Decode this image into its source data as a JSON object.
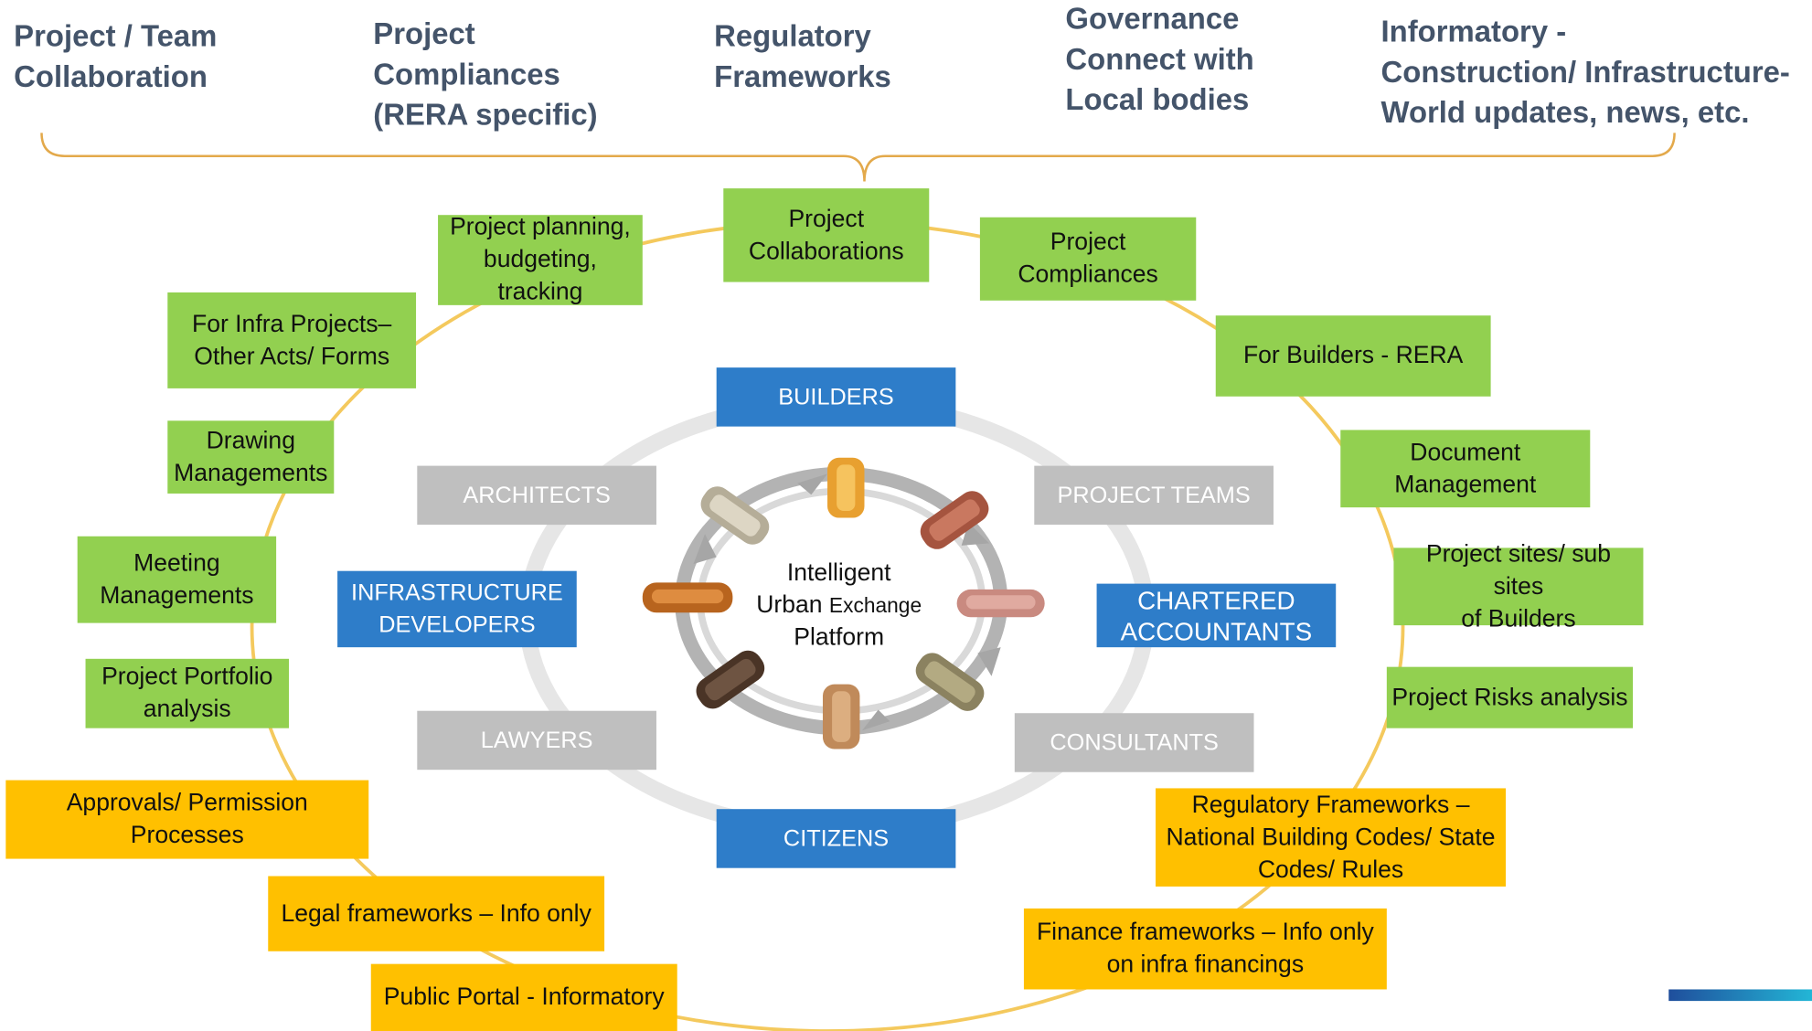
{
  "header": {
    "items": [
      {
        "line1": "Project / Team",
        "line2": "Collaboration"
      },
      {
        "line1": "Project",
        "line2": "Compliances",
        "line3": "(RERA specific)"
      },
      {
        "line1": "Regulatory",
        "line2": "Frameworks"
      },
      {
        "line1": "Governance",
        "line2": "Connect with",
        "line3": "Local bodies"
      },
      {
        "line1": "Informatory -",
        "line2": "Construction/ Infrastructure-",
        "line3": "World updates, news, etc."
      }
    ]
  },
  "outer_ring": {
    "project_collaborations": {
      "line1": "Project",
      "line2": "Collaborations"
    },
    "project_compliances": {
      "line1": "Project",
      "line2": "Compliances"
    },
    "for_builders_rera": {
      "line1": "For Builders - RERA"
    },
    "document_management": {
      "line1": "Document",
      "line2": "Management"
    },
    "project_sites": {
      "line1": "Project sites/ sub sites",
      "line2": "of Builders"
    },
    "project_risks": {
      "line1": "Project Risks analysis"
    },
    "regulatory_frameworks": {
      "line1": "Regulatory Frameworks –",
      "line2": "National Building Codes/ State",
      "line3": "Codes/ Rules"
    },
    "finance_frameworks": {
      "line1": "Finance frameworks – Info only",
      "line2": "on infra financings"
    },
    "public_portal": {
      "line1": "Public Portal - Informatory"
    },
    "legal_frameworks": {
      "line1": "Legal frameworks  – Info only"
    },
    "approvals": {
      "line1": "Approvals/ Permission Processes"
    },
    "project_portfolio": {
      "line1": "Project Portfolio",
      "line2": "analysis"
    },
    "meeting_managements": {
      "line1": "Meeting",
      "line2": "Managements"
    },
    "drawing_managements": {
      "line1": "Drawing",
      "line2": "Managements"
    },
    "infra_projects": {
      "line1": "For Infra Projects–",
      "line2": "Other Acts/ Forms"
    },
    "project_planning": {
      "line1": "Project planning,",
      "line2": "budgeting,",
      "line3": "tracking"
    }
  },
  "stakeholders": {
    "builders": "BUILDERS",
    "architects": "ARCHITECTS",
    "project_teams": "PROJECT TEAMS",
    "infrastructure_developers": {
      "line1": "INFRASTRUCTURE",
      "line2": "DEVELOPERS"
    },
    "chartered_accountants": {
      "line1": "CHARTERED",
      "line2": "ACCOUNTANTS"
    },
    "lawyers": "LAWYERS",
    "consultants": "CONSULTANTS",
    "citizens": "CITIZENS"
  },
  "center": {
    "line1": "Intelligent",
    "line2a": "Urban ",
    "line2b": "Exchange",
    "line3": "Platform"
  },
  "colors": {
    "green_box": "#92d050",
    "orange_box": "#ffc000",
    "blue_box": "#2e7dc9",
    "grey_box": "#bfbfbf",
    "header_text": "#44546a",
    "outer_ring": "#f4c95d",
    "brace": "#e3a94b",
    "inner_ring": "#e6e6e6"
  }
}
